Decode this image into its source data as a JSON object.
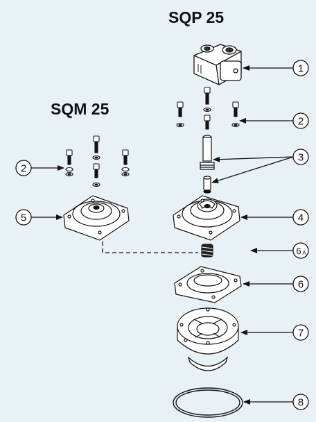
{
  "titles": {
    "sqp": "SQP 25",
    "sqm": "SQM 25"
  },
  "callouts": [
    {
      "id": "1",
      "main": "1",
      "sub": ""
    },
    {
      "id": "2r",
      "main": "2",
      "sub": ""
    },
    {
      "id": "2l",
      "main": "2",
      "sub": ""
    },
    {
      "id": "3",
      "main": "3",
      "sub": ""
    },
    {
      "id": "4",
      "main": "4",
      "sub": ""
    },
    {
      "id": "5",
      "main": "5",
      "sub": ""
    },
    {
      "id": "6a",
      "main": "6",
      "sub": "A"
    },
    {
      "id": "6",
      "main": "6",
      "sub": ""
    },
    {
      "id": "7",
      "main": "7",
      "sub": ""
    },
    {
      "id": "8",
      "main": "8",
      "sub": ""
    }
  ],
  "colors": {
    "background": "#e8f1f6",
    "part_fill": "#ffffff",
    "stroke": "#111111"
  }
}
